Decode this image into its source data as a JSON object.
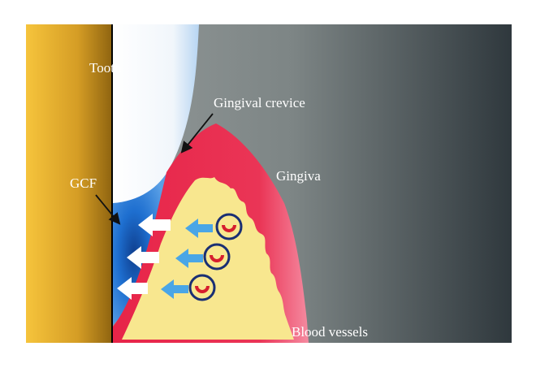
{
  "labels": {
    "tooth": "Tooth",
    "gingival_crevice": "Gingival crevice",
    "gingiva": "Gingiva",
    "gcf": "GCF",
    "blood_vessels": "Blood vessels"
  },
  "colors": {
    "tooth_gold_light": "#f7c23a",
    "tooth_gold_dark": "#9a6a12",
    "enamel": "#ffffff",
    "enamel_edge": "#bcd8f2",
    "background_gray": "#8a9090",
    "background_dark": "#30393e",
    "gingiva_red": "#e8294a",
    "gingiva_pink": "#f06a84",
    "tissue_yellow": "#f8e78f",
    "gcf_blue": "#1f6fd0",
    "gcf_light_blue": "#7fb3ea",
    "vessel_ring": "#1a2f73",
    "arrow_white": "#ffffff",
    "arrow_blue": "#4aa6e6"
  },
  "icons": {
    "fluid_flow_arrows": "left-arrow-icon",
    "vessels": "blood-vessel-icon",
    "pointers": "pointer-arrow-icon"
  }
}
